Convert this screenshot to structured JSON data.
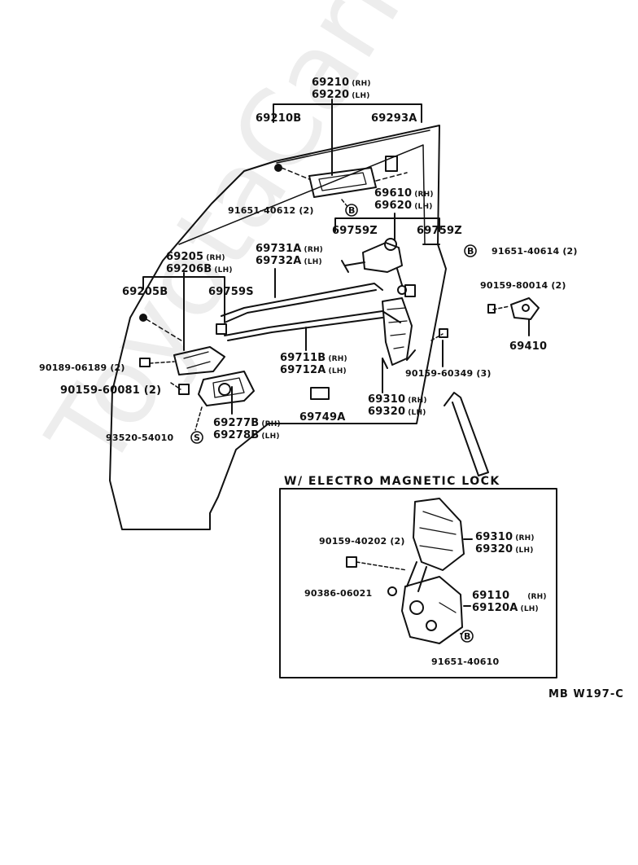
{
  "diagram": {
    "code": "MB  W197-C",
    "inset_title": "W/ ELECTRO  MAGNETIC  LOCK",
    "watermark": "ToyotaCarMe.ru",
    "labels": {
      "p69210": "69210",
      "p69210_sfx": "(RH)",
      "p69220": "69220",
      "p69220_sfx": "(LH)",
      "p69210B": "69210B",
      "p69293A": "69293A",
      "p91651_40612": "91651-40612  (2)",
      "p69610": "69610",
      "p69610_sfx": "(RH)",
      "p69620": "69620",
      "p69620_sfx": "(LH)",
      "p69759Z_1": "69759Z",
      "p69759Z_2": "69759Z",
      "p91651_40614": "91651-40614  (2)",
      "p69205": "69205",
      "p69205_sfx": "(RH)",
      "p69206B": "69206B",
      "p69206B_sfx": "(LH)",
      "p69731A": "69731A",
      "p69731A_sfx": "(RH)",
      "p69732A": "69732A",
      "p69732A_sfx": "(LH)",
      "p90159_80014": "90159-80014  (2)",
      "p69205B": "69205B",
      "p69759S": "69759S",
      "p69410": "69410",
      "p69711B": "69711B",
      "p69711B_sfx": "(RH)",
      "p69712A": "69712A",
      "p69712A_sfx": "(LH)",
      "p90189_06189": "90189-06189  (2)",
      "p90159_60349": "90159-60349  (3)",
      "p90159_60081": "90159-60081  (2)",
      "p69310": "69310",
      "p69310_sfx": "(RH)",
      "p69320": "69320",
      "p69320_sfx": "(LH)",
      "p69749A": "69749A",
      "p93520_54010": "93520-54010",
      "p69277B": "69277B",
      "p69277B_sfx": "(RH)",
      "p69278B": "69278B",
      "p69278B_sfx": "(LH)",
      "i90159_40202": "90159-40202  (2)",
      "i69310": "69310",
      "i69310_sfx": "(RH)",
      "i69320": "69320",
      "i69320_sfx": "(LH)",
      "i90386_06021": "90386-06021",
      "i69110": "69110",
      "i69110_sfx": "(RH)",
      "i69120A": "69120A",
      "i69120A_sfx": "(LH)",
      "i91651_40610": "91651-40610",
      "badge_b": "B",
      "badge_s": "S"
    }
  }
}
